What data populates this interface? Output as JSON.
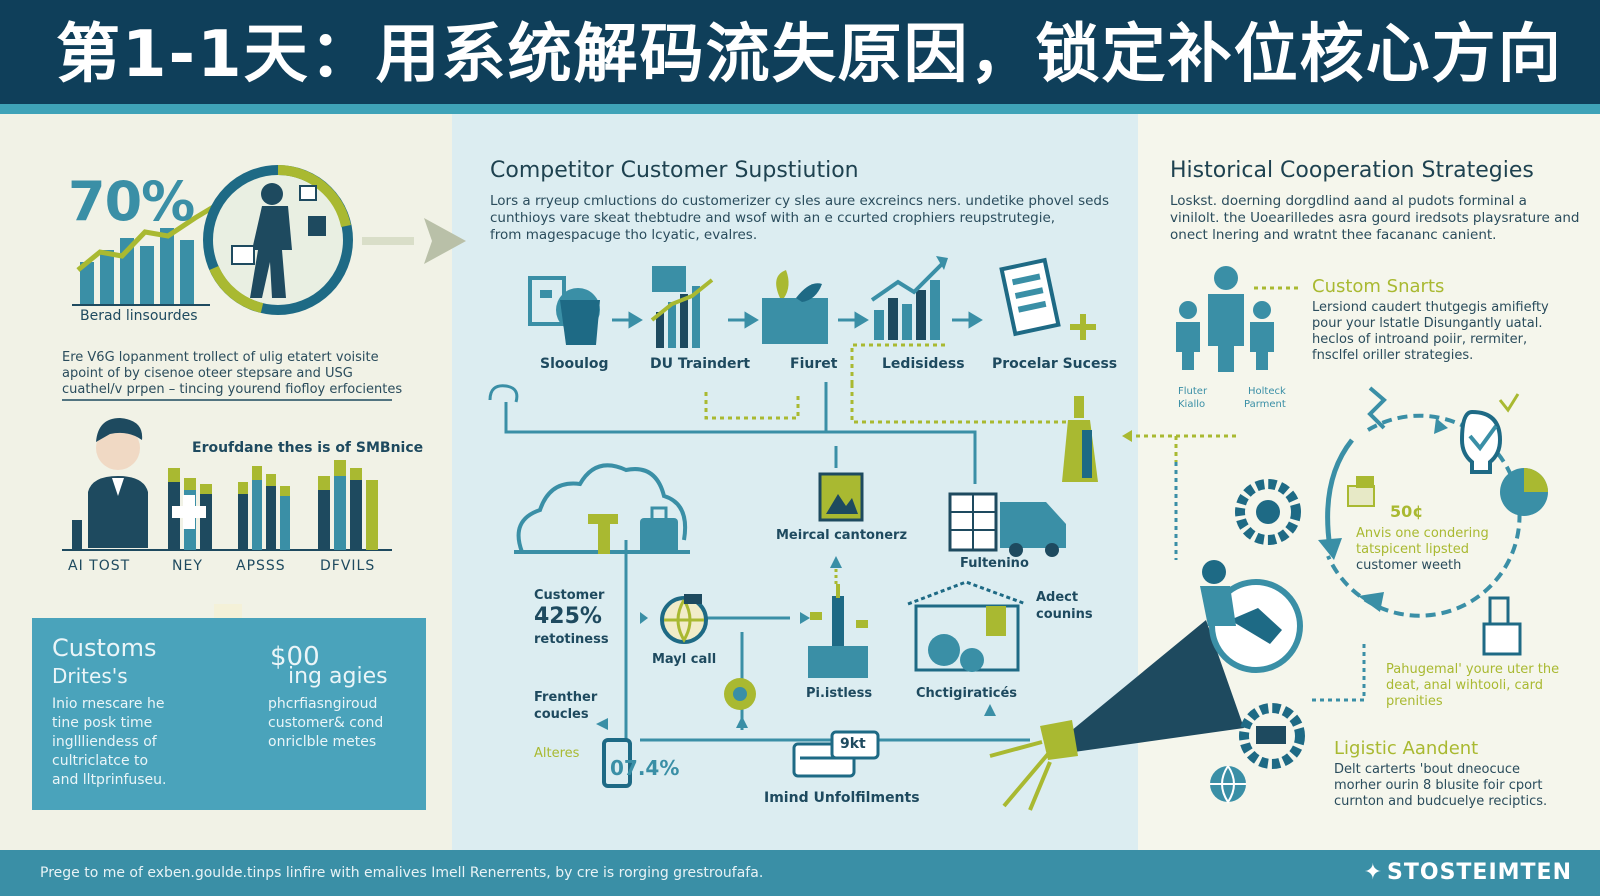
{
  "header": {
    "title": "第1-1天：用系统解码流失原因，锁定补位核心方向"
  },
  "colors": {
    "navy": "#0f3f5a",
    "teal": "#3fa3b8",
    "olive": "#a9b931",
    "footer": "#3a8fa6"
  },
  "left": {
    "stat_big": "70%",
    "stat_caption": "Berad linsourdes",
    "note_lines": [
      "Ere V6G lopanment trollect of ulig etatert voisite",
      "apoint of by cisenoe oteer stepsare and USG",
      "cuathel/v prpen – tincing yourend fiofloy erfocientes"
    ],
    "chart_title": "Eroufdane thes is of SMBnice",
    "chart_categories": [
      "AI TOST",
      "NEY",
      "APSSS",
      "DFVILS"
    ],
    "box": {
      "title_line1": "Customs",
      "title_line2": "Drites's",
      "lines": [
        "Inio rnescare he",
        "tine posk time",
        "ingllliendess of",
        "cultriclatce to",
        "and lltprinfuseu."
      ],
      "stat": "$00",
      "stat_suffix": "ing agies",
      "right_lines": [
        "phcrfiasngiroud",
        "customer& cond",
        "onriclble metes"
      ]
    }
  },
  "middle": {
    "title": "Competitor Customer Supstiution",
    "desc_lines": [
      "Lors a rryeup cmluctions do customerizer cy sles aure excreincs ners. undetike phovel seds",
      "cunthioys vare skeat thebtudre and wsof with an e ccurted crophiers reupstrutegie,",
      "from magespacuge tho lcyatic, evalres."
    ],
    "flow_labels": [
      "Slooulog",
      "DU Traindert",
      "Fiuret",
      "Ledisidess",
      "Procelar Sucess"
    ],
    "medical": "Meircal cantonerz",
    "futenino": "Fultenino",
    "customer_label_1": "Customer",
    "customer_pct": "425%",
    "customer_label_2": "retotiness",
    "mayl": "Mayl call",
    "plistless": "Pi.istless",
    "chotig": "Chctigiraticés",
    "adect_1": "Adect",
    "adect_2": "counins",
    "frenther_1": "Frenther",
    "frenther_2": "coucles",
    "alteres": "Alteres",
    "stat_pct": "07.4%",
    "ticket": "9kt",
    "bottom_label": "Imind Unfolfilments"
  },
  "right": {
    "title": "Historical Cooperation Strategies",
    "desc_lines": [
      "Loskst. doerning dorgdlind aand al pudots forminal  a",
      "vinilolt. the Uoearilledes asra gourd iredsots playsrature and",
      "onect lnering and wratnt thee facananc canient."
    ],
    "custom_title": "Custom Snarts",
    "custom_lines": [
      "Lersiond caudert thutgegis amifiefty",
      "pour your lstatle Disungantly uatal.",
      "heclos of introand poiir, rermiter,",
      "fnsclfel oriller strategies."
    ],
    "people_left_1": "Fluter",
    "people_left_2": "Kiallo",
    "people_right_1": "Holteck",
    "people_right_2": "Parment",
    "stat": "50¢",
    "stat_lines": [
      "Anvis one condering",
      "tatspicent lipsted",
      "customer weeth"
    ],
    "pah_lines": [
      "Pahugemal' youre uter the",
      "deat, anal wihtooli, card",
      "prenities"
    ],
    "logistic_title": "Ligistic Aandent",
    "logistic_lines": [
      "Delt carterts 'bout dneocuce",
      "morher ourin 8 blusite foir cport",
      "curnton and budcuelye reciptics."
    ]
  },
  "footer": {
    "text": "Prege to me of exben.goulde.tinps linfire with  emalives Imell Renerrents,  by cre is rorging grestroufafa.",
    "brand": "STOSTEIMTEN"
  }
}
